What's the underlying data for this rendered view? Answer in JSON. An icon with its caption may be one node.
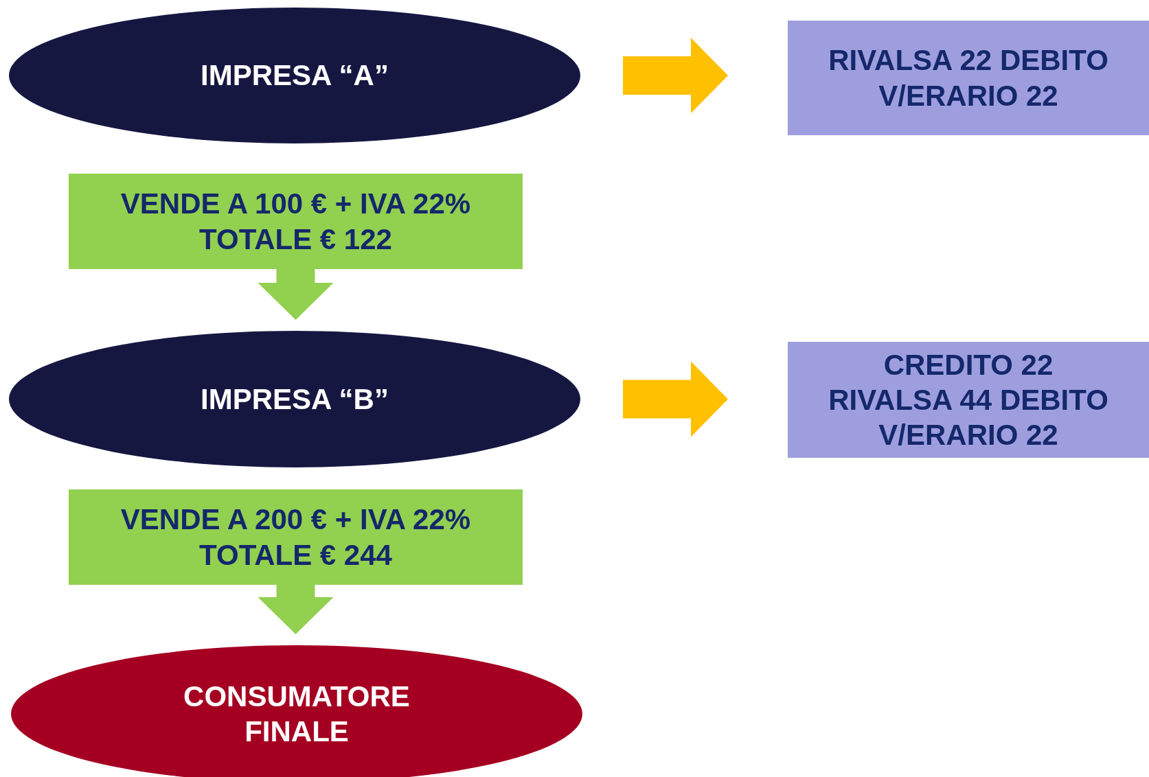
{
  "diagram": {
    "nodes": [
      {
        "text": [
          "IMPRESA “A”"
        ]
      },
      {
        "text": [
          "RIVALSA 22 DEBITO V/ERARIO 22"
        ]
      },
      {
        "text": [
          "VENDE A 100 € + IVA 22% TOTALE  € 122"
        ]
      },
      {
        "text": [
          "IMPRESA “B”"
        ]
      },
      {
        "text": [
          "CREDITO 22 RIVALSA 44 DEBITO V/ERARIO 22"
        ]
      },
      {
        "text": [
          "VENDE A 200 € + IVA 22% TOTALE  € 244"
        ]
      },
      {
        "text": [
          "CONSUMATORE FINALE"
        ]
      }
    ],
    "edges": [
      {
        "from": 0,
        "to": 1,
        "arrow": "to",
        "color": "#ffc000"
      },
      {
        "from": 2,
        "to": 3,
        "arrow": "to",
        "color": "#92d050"
      },
      {
        "from": 3,
        "to": 4,
        "arrow": "to",
        "color": "#ffc000"
      },
      {
        "from": 5,
        "to": 6,
        "arrow": "to",
        "color": "#92d050"
      }
    ]
  }
}
